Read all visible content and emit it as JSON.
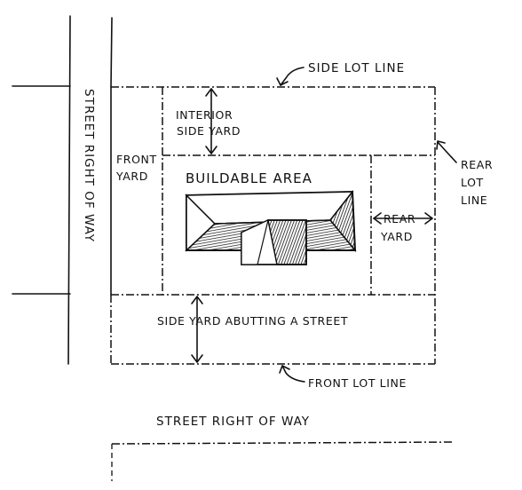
{
  "labels": {
    "side_lot_line": "SIDE LOT LINE",
    "interior_side_yard_1": "INTERIOR",
    "interior_side_yard_2": "SIDE YARD",
    "front_yard_1": "FRONT",
    "front_yard_2": "YARD",
    "buildable_area": "BUILDABLE AREA",
    "rear_yard_1": "REAR",
    "rear_yard_2": "YARD",
    "rear_lot_line_1": "REAR",
    "rear_lot_line_2": "LOT",
    "rear_lot_line_3": "LINE",
    "side_yard_abutting": "SIDE YARD ABUTTING A STREET",
    "front_lot_line": "FRONT LOT LINE",
    "street_right_of_way_vertical": "STREET RIGHT OF WAY",
    "street_right_of_way_horizontal": "STREET RIGHT OF WAY"
  }
}
